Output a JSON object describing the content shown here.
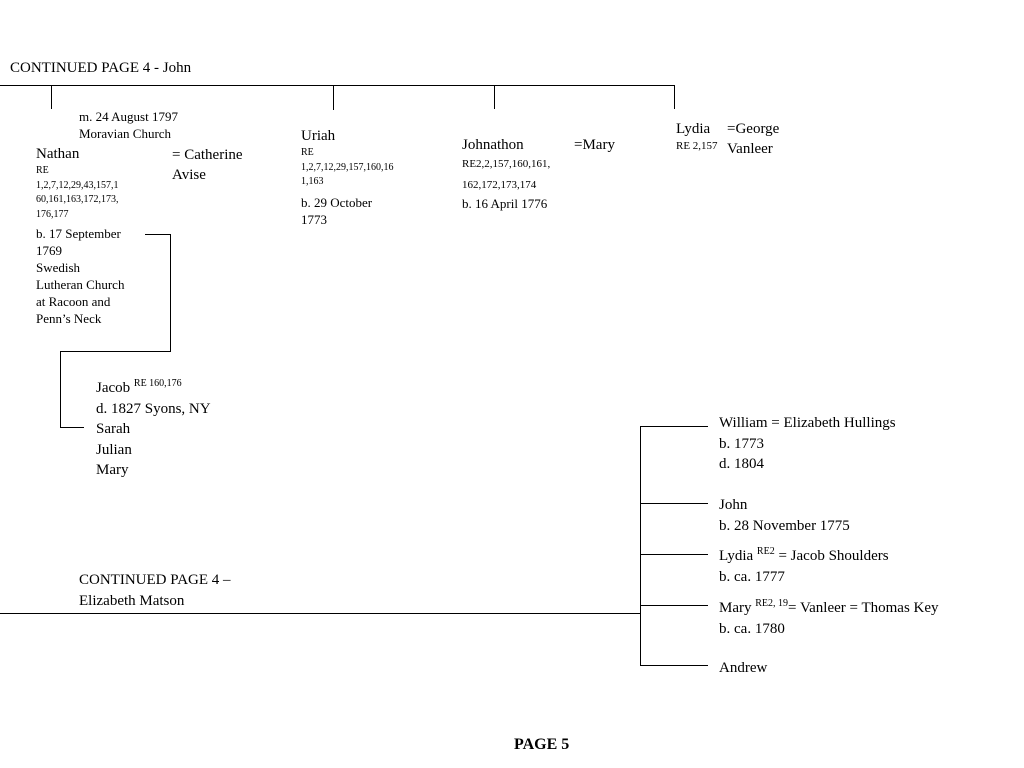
{
  "header": {
    "continued_john": "CONTINUED PAGE 4 - John"
  },
  "nathan": {
    "marriage_date": "m. 24 August 1797",
    "marriage_place": "Moravian Church",
    "name": "Nathan",
    "refs": [
      "RE",
      "1,2,7,12,29,43,157,1",
      "60,161,163,172,173,",
      "176,177"
    ],
    "birth": [
      "b. 17 September",
      "1769",
      "Swedish",
      "Lutheran Church",
      "at Racoon and",
      "Penn’s Neck"
    ],
    "spouse": [
      "= Catherine",
      "Avise"
    ]
  },
  "uriah": {
    "name": "Uriah",
    "refs": [
      "RE",
      "1,2,7,12,29,157,160,16",
      "1,163"
    ],
    "birth": [
      "b. 29 October",
      "1773"
    ]
  },
  "johnathon": {
    "name": "Johnathon",
    "spouse": "=Mary",
    "refs": [
      "RE2,2,157,160,161,",
      "162,172,173,174"
    ],
    "birth": "b. 16 April 1776"
  },
  "lydia_top": {
    "name": "Lydia",
    "refs": "RE 2,157",
    "spouse": [
      "=George",
      "Vanleer"
    ]
  },
  "jacob": {
    "name": "Jacob",
    "refs": "RE 160,176",
    "death": "d. 1827 Syons, NY",
    "children": [
      "Sarah",
      "Julian",
      "Mary"
    ]
  },
  "continued_elizabeth": [
    "CONTINUED PAGE 4 –",
    "Elizabeth Matson"
  ],
  "matson_children": {
    "william": [
      "William = Elizabeth Hullings",
      "b. 1773",
      "d. 1804"
    ],
    "john": [
      "John",
      "b. 28 November 1775"
    ],
    "lydia": {
      "name": "Lydia",
      "refs": "RE2",
      "spouse": "= Jacob Shoulders",
      "birth": "b. ca. 1777"
    },
    "mary": {
      "name": "Mary",
      "refs": "RE2, 19",
      "spouse": "= Vanleer = Thomas Key",
      "birth": "b. ca. 1780"
    },
    "andrew": "Andrew"
  },
  "footer": {
    "page_label": "PAGE 5"
  }
}
